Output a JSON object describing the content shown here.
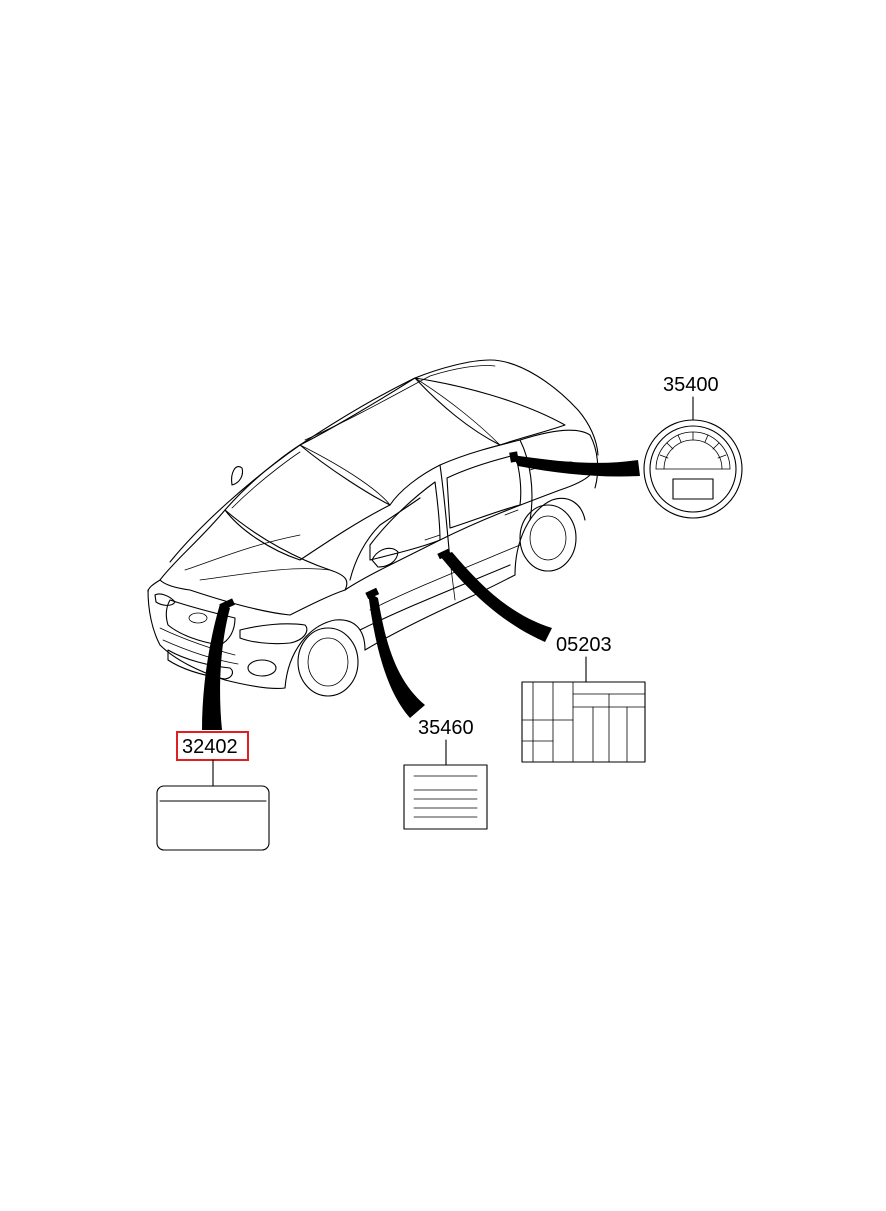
{
  "callouts": [
    {
      "id": "35400",
      "part": "35400",
      "highlighted": false
    },
    {
      "id": "05203",
      "part": "05203",
      "highlighted": false
    },
    {
      "id": "35460",
      "part": "35460",
      "highlighted": false
    },
    {
      "id": "32402",
      "part": "32402",
      "highlighted": true
    }
  ],
  "colors": {
    "line": "#000000",
    "highlight": "#e02020",
    "background": "#ffffff"
  }
}
